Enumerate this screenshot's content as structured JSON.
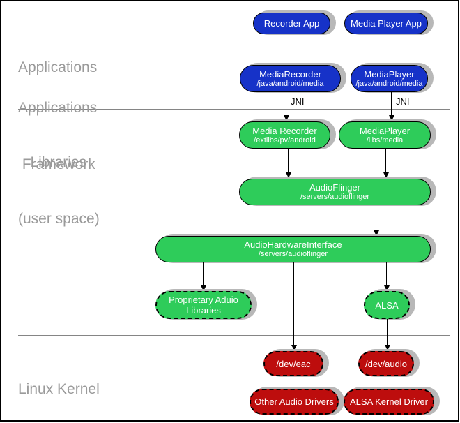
{
  "colors": {
    "app_blue": "#1632c8",
    "lib_green": "#2ecc5a",
    "kernel_red": "#bd0d0d",
    "section_label_gray": "#9a9a9a",
    "shadow_gray": "#b8b8b8",
    "divider_gray": "#858585"
  },
  "layers": {
    "applications": [
      "Applications"
    ],
    "framework": [
      "Applications",
      " Framework"
    ],
    "libraries": [
      "   Libraries",
      "(user space)"
    ],
    "kernel": [
      "Linux Kernel"
    ]
  },
  "labels": {
    "jni": "JNI"
  },
  "nodes": {
    "recorder_app": {
      "title": "Recorder App"
    },
    "media_player_app": {
      "title": "Media Player App"
    },
    "media_recorder_fw": {
      "title": "MediaRecorder",
      "path": "/java/android/media"
    },
    "media_player_fw": {
      "title": "MediaPlayer",
      "path": "/java/android/media"
    },
    "media_recorder_lib": {
      "title": "Media Recorder",
      "path": "/extlibs/pv/android"
    },
    "media_player_lib": {
      "title": "MediaPlayer",
      "path": "/libs/media"
    },
    "audioflinger": {
      "title": "AudioFlinger",
      "path": "/servers/audioflinger"
    },
    "audio_hardware_interface": {
      "title": "AudioHardwareInterface",
      "path": "/servers/audioflinger"
    },
    "proprietary_audio_libraries": {
      "title": "Proprietary Aduio",
      "title2": "Libraries"
    },
    "alsa": {
      "title": "ALSA"
    },
    "dev_eac": {
      "title": "/dev/eac"
    },
    "dev_audio": {
      "title": "/dev/audio"
    },
    "other_audio_drivers": {
      "title": "Other Audio Drivers"
    },
    "alsa_kernel_driver": {
      "title": "ALSA Kernel Driver"
    }
  }
}
